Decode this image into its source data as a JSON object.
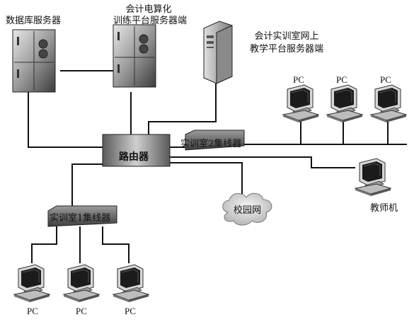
{
  "nodes": {
    "db_server": {
      "label": "数据库服务器"
    },
    "training_server": {
      "label_line1": "会计电算化",
      "label_line2": "训练平台服务器端"
    },
    "online_server": {
      "label_line1": "会计实训室网上",
      "label_line2": "教学平台服务器端"
    },
    "router": {
      "label": "路由器"
    },
    "hub2": {
      "label": "实训室2集线器"
    },
    "hub1": {
      "label": "实训室1集线器"
    },
    "campus_net": {
      "label": "校园网"
    },
    "teacher": {
      "label": "教师机"
    },
    "pc_label": "PC"
  },
  "colors": {
    "line": "#111111",
    "device_dark": "#6b6b6b",
    "device_light": "#d9d9d9",
    "cloud": "#cfcfcf"
  }
}
